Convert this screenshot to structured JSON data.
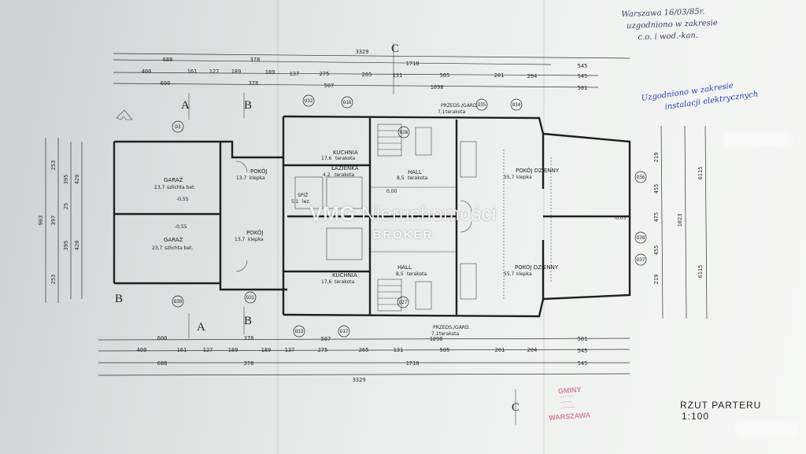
{
  "title": "RZUT PARTERU",
  "scale": "1:100",
  "watermark": {
    "brand": "VMG",
    "name": "Nieruchomości",
    "sub": "BROKER"
  },
  "handwriting": {
    "black": [
      "Warszawa 16/03/85r.",
      "uzgodniono w zakresie",
      "c.o. i wod.-kan."
    ],
    "blue": [
      "Uzgodniono w zakresie",
      "instalacji elektrycznych"
    ]
  },
  "stamp": {
    "top": "GMINY",
    "bottom": "WARSZAWA"
  },
  "section_marks": {
    "a": "A",
    "b": "B",
    "c": "C"
  },
  "rooms": {
    "garage_top": {
      "name": "GARAŻ",
      "area": "23,7",
      "floor": "szlichta bet."
    },
    "garage_bottom": {
      "name": "GARAŻ",
      "area": "23,7",
      "floor": "szlichta bet."
    },
    "room_top": {
      "name": "POKÓJ",
      "area": "13,7",
      "floor": "klepka"
    },
    "room_bottom": {
      "name": "POKÓJ",
      "area": "13,7",
      "floor": "klepka"
    },
    "kitchen_top": {
      "name": "KUCHNIA",
      "area": "17,6",
      "floor": "terakota"
    },
    "kitchen_bottom": {
      "name": "KUCHNIA",
      "area": "17,6",
      "floor": "terakota"
    },
    "bath": {
      "name": "ŁAZIENKA",
      "area": "4,2",
      "floor": "terakota"
    },
    "spiz": {
      "name": "SPIŻ",
      "area": "5,1",
      "floor": "lez."
    },
    "hall_top": {
      "name": "HALL",
      "area": "8,5",
      "floor": "terakota"
    },
    "hall_bottom": {
      "name": "HALL",
      "area": "8,5",
      "floor": "terakota"
    },
    "living_top": {
      "name": "POKÓJ DZIENNY",
      "area": "55,7",
      "floor": "klepka"
    },
    "living_bottom": {
      "name": "POKÓJ DZIENNY",
      "area": "55,7",
      "floor": "klepka"
    },
    "vest_top": {
      "name": "PRZEDS./GARD.",
      "area": "7,1",
      "floor": "terakota"
    },
    "vest_bottom": {
      "name": "PRZEDS./GARD.",
      "area": "7,1",
      "floor": "terakota"
    }
  },
  "levels": {
    "garage_top": "-0,55",
    "garage_bottom": "-0,55",
    "center": "0,00",
    "right": "-0,03"
  },
  "window_markers": [
    "O3",
    "O32",
    "O16",
    "O35",
    "O34",
    "O33",
    "O17",
    "O27",
    "O28",
    "O36",
    "O37",
    "O38",
    "O30",
    "O31"
  ],
  "dimensions": {
    "top_total": "3329",
    "top_row1": [
      "688",
      "378",
      "1718",
      "545"
    ],
    "top_row2": [
      "400",
      "161",
      "127",
      "189",
      "189",
      "137",
      "275",
      "265",
      "131",
      "505",
      "201",
      "204",
      "545"
    ],
    "top_row3": [
      "600",
      "378",
      "507",
      "1098",
      "501"
    ],
    "bottom_row1": [
      "600",
      "378",
      "507",
      "1098",
      "501"
    ],
    "bottom_row2": [
      "400",
      "161",
      "127",
      "189",
      "189",
      "137",
      "275",
      "265",
      "131",
      "505",
      "201",
      "204",
      "545"
    ],
    "bottom_row3": [
      "688",
      "378",
      "1718",
      "545"
    ],
    "bottom_total": "3329",
    "left_total": "903",
    "left_col1": [
      "253",
      "397",
      "253"
    ],
    "left_col2": [
      "395",
      "25",
      "395"
    ],
    "left_col3": [
      "420",
      "420"
    ],
    "right_total": "1023",
    "right_col1": [
      "219",
      "455",
      "475",
      "455",
      "219"
    ],
    "right_col2": [
      "6115",
      "6115"
    ]
  }
}
